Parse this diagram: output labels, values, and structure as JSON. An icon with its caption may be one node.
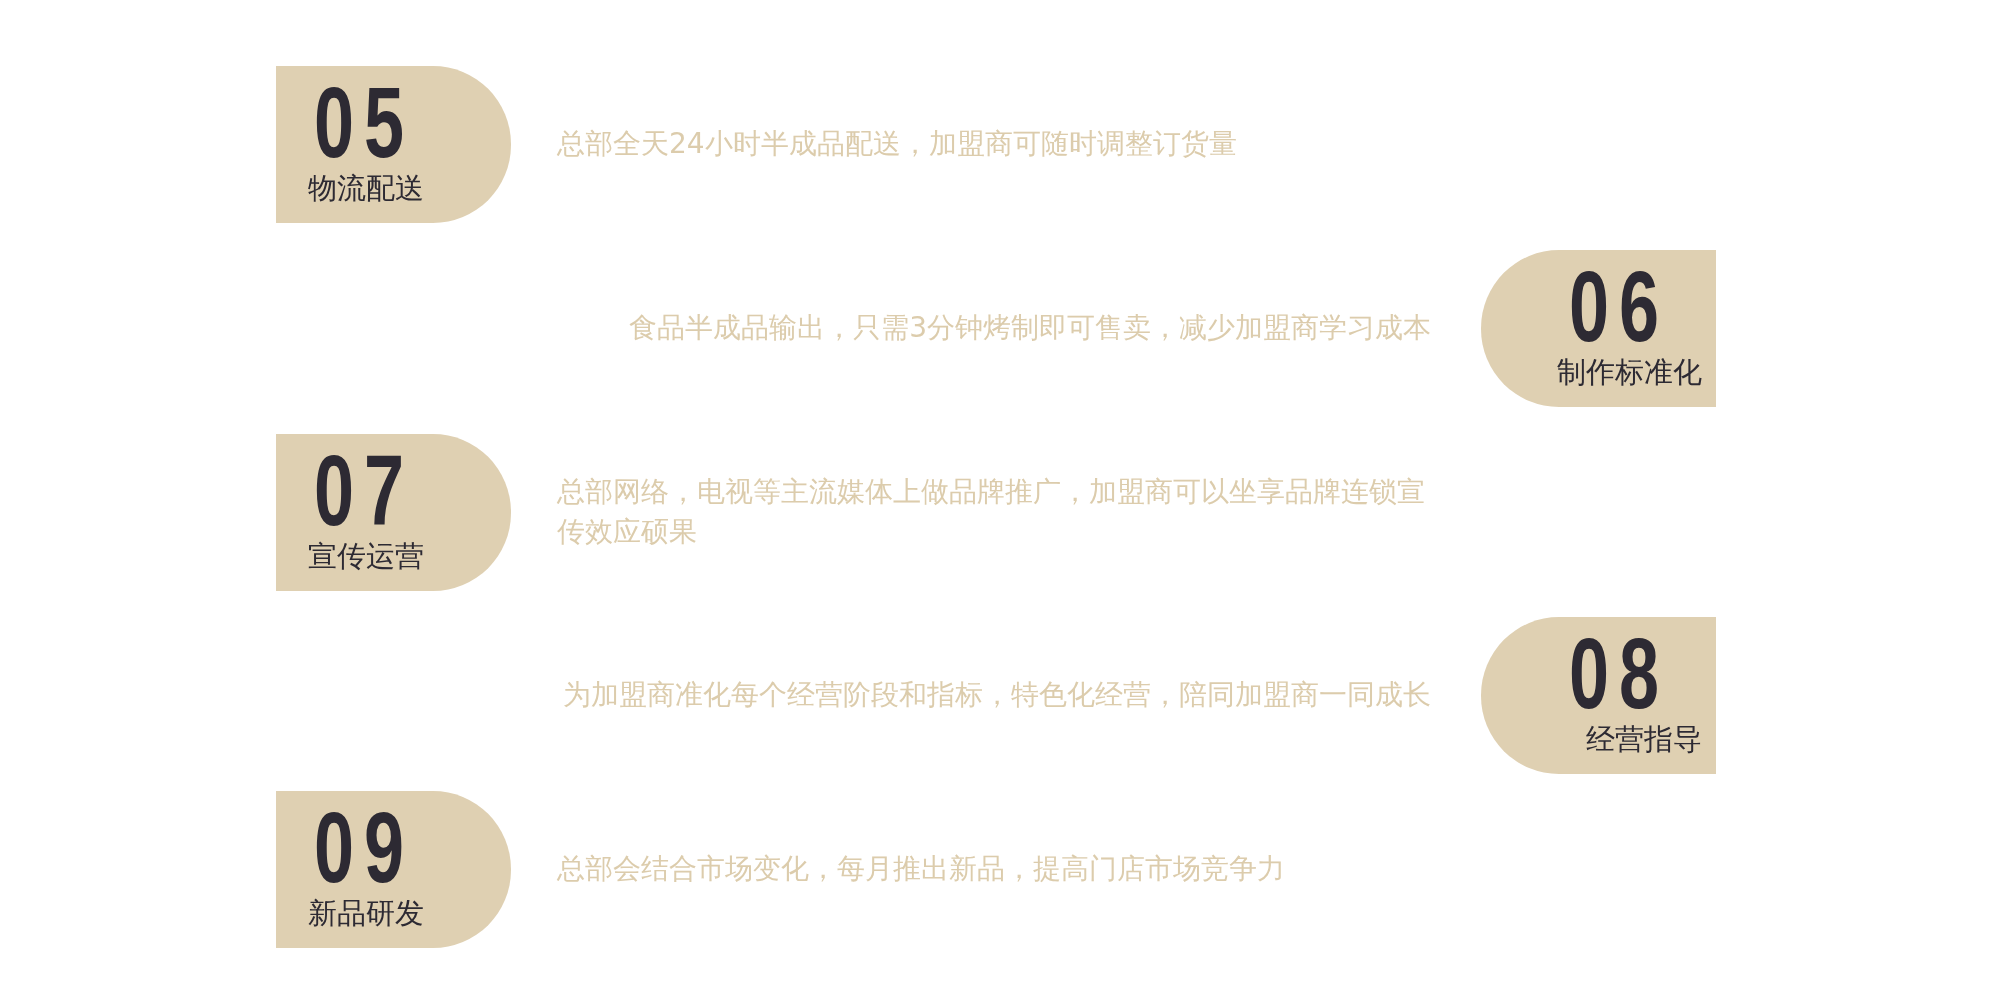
{
  "diagram": {
    "nodes": [
      {
        "text": [
          "05",
          "物流配送"
        ],
        "beside": [
          "总部全天24小时半成品配送，加盟商可随时调整订货量"
        ]
      },
      {
        "text": [
          "06",
          "制作标准化"
        ],
        "beside": [
          "食品半成品输出，只需3分钟烤制即可售卖，减少加盟商学习成本"
        ]
      },
      {
        "text": [
          "07",
          "宣传运营"
        ],
        "beside": [
          "总部网络，电视等主流媒体上做品牌推广，加盟商可以坐享品牌连锁宣传效应硕果"
        ]
      },
      {
        "text": [
          "08",
          "经营指导"
        ],
        "beside": [
          "为加盟商准化每个经营阶段和指标，特色化经营，陪同加盟商一同成长"
        ]
      },
      {
        "text": [
          "09",
          "新品研发"
        ],
        "beside": [
          "总部会结合市场变化，每月推出新品，提高门店市场竞争力"
        ]
      }
    ]
  }
}
